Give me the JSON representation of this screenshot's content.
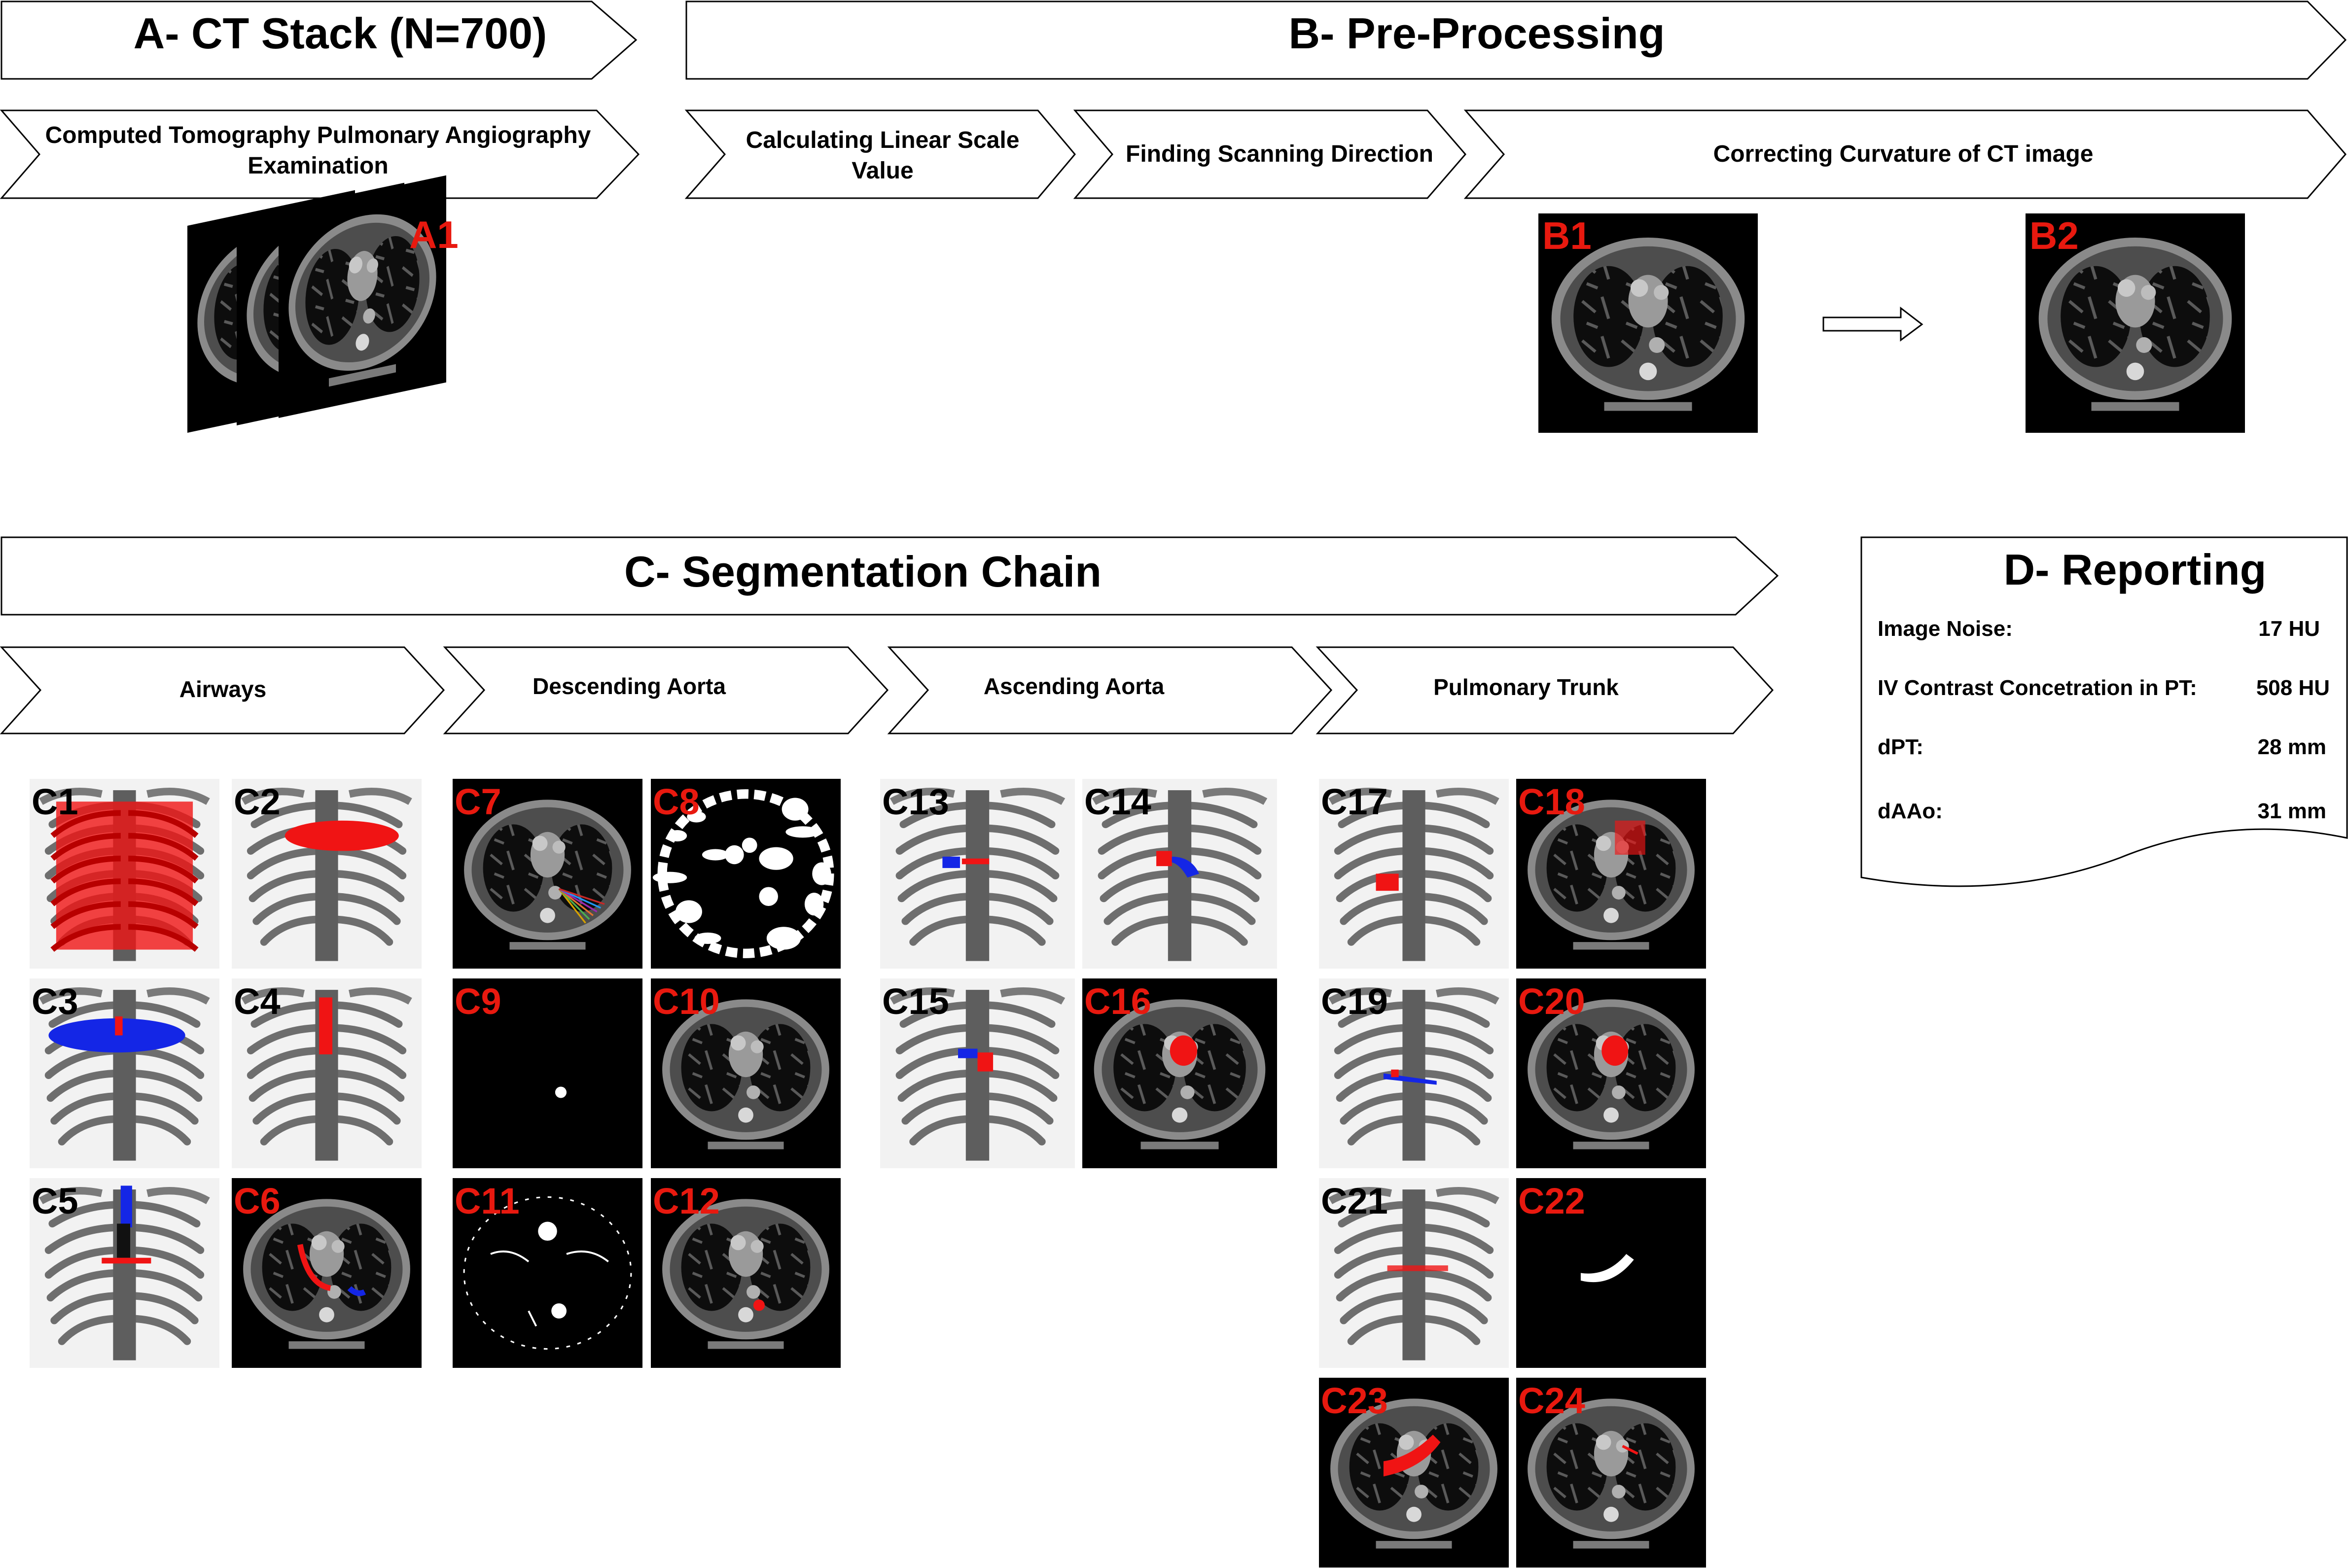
{
  "sections": {
    "a": {
      "title": "A- CT Stack (N=700)",
      "step": "Computed Tomography Pulmonary Angiography Examination",
      "step_lines": [
        "Computed Tomography Pulmonary Angiography",
        "Examination"
      ],
      "panel": "A1"
    },
    "b": {
      "title": "B- Pre-Processing",
      "steps": [
        "Calculating Linear Scale Value",
        "Finding Scanning Direction",
        "Correcting Curvature of CT image"
      ],
      "step1_lines": [
        "Calculating Linear Scale",
        "Value"
      ],
      "panels": [
        "B1",
        "B2"
      ]
    },
    "c": {
      "title": "C- Segmentation Chain",
      "steps": [
        "Airways",
        "Descending Aorta",
        "Ascending Aorta",
        "Pulmonary Trunk"
      ]
    },
    "d": {
      "title": "D- Reporting",
      "rows": [
        {
          "label": "Image Noise:",
          "value": "17 HU"
        },
        {
          "label": "IV Contrast Concetration in PT:",
          "value": "508 HU"
        },
        {
          "label": "dPT:",
          "value": "28 mm"
        },
        {
          "label": "dAAo:",
          "value": "31 mm"
        }
      ]
    }
  },
  "panels": [
    {
      "id": "C1",
      "kind": "rib",
      "label_color": "black",
      "overlay": "red-ribcage"
    },
    {
      "id": "C2",
      "kind": "rib",
      "label_color": "black",
      "overlay": "red-upper"
    },
    {
      "id": "C3",
      "kind": "rib",
      "label_color": "black",
      "overlay": "blue-upper"
    },
    {
      "id": "C4",
      "kind": "rib",
      "label_color": "black",
      "overlay": "red-trachea"
    },
    {
      "id": "C5",
      "kind": "rib",
      "label_color": "black",
      "overlay": "blue-black-trachea"
    },
    {
      "id": "C6",
      "kind": "ct",
      "label_color": "red",
      "overlay": "red-curve"
    },
    {
      "id": "C7",
      "kind": "ct",
      "label_color": "red",
      "overlay": "rays"
    },
    {
      "id": "C8",
      "kind": "mask-noise",
      "label_color": "red",
      "overlay": "none"
    },
    {
      "id": "C9",
      "kind": "mask-dot",
      "label_color": "red",
      "overlay": "none"
    },
    {
      "id": "C10",
      "kind": "ct",
      "label_color": "red",
      "overlay": "none"
    },
    {
      "id": "C11",
      "kind": "mask-sparse",
      "label_color": "red",
      "overlay": "none"
    },
    {
      "id": "C12",
      "kind": "ct",
      "label_color": "red",
      "overlay": "red-dot"
    },
    {
      "id": "C13",
      "kind": "rib",
      "label_color": "black",
      "overlay": "blue-red-bar"
    },
    {
      "id": "C14",
      "kind": "rib",
      "label_color": "black",
      "overlay": "red-blue-block"
    },
    {
      "id": "C15",
      "kind": "rib",
      "label_color": "black",
      "overlay": "blue-red-small"
    },
    {
      "id": "C16",
      "kind": "ct",
      "label_color": "red",
      "overlay": "red-blob"
    },
    {
      "id": "C17",
      "kind": "rib",
      "label_color": "black",
      "overlay": "red-block"
    },
    {
      "id": "C18",
      "kind": "ct",
      "label_color": "red",
      "overlay": "red-square"
    },
    {
      "id": "C19",
      "kind": "rib",
      "label_color": "black",
      "overlay": "blue-bar"
    },
    {
      "id": "C20",
      "kind": "ct",
      "label_color": "red",
      "overlay": "red-blob"
    },
    {
      "id": "C21",
      "kind": "rib",
      "label_color": "black",
      "overlay": "red-thin"
    },
    {
      "id": "C22",
      "kind": "mask-curve",
      "label_color": "red",
      "overlay": "none"
    },
    {
      "id": "C23",
      "kind": "ct",
      "label_color": "red",
      "overlay": "red-arc"
    },
    {
      "id": "C24",
      "kind": "ct",
      "label_color": "red",
      "overlay": "red-line"
    }
  ],
  "colors": {
    "accent_red": "#e8190f",
    "overlay_red": "#f01414",
    "overlay_blue": "#1426e6",
    "ct_black": "#000000",
    "arrow_stroke": "#000000"
  }
}
